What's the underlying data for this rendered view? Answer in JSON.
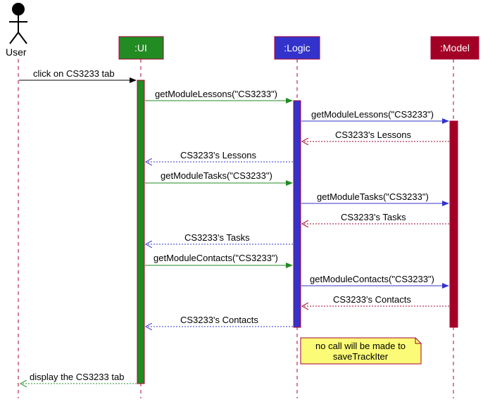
{
  "participants": {
    "user": {
      "label": "User"
    },
    "ui": {
      "label": ":UI",
      "color": "#228B22"
    },
    "logic": {
      "label": ":Logic",
      "color": "#3333CC"
    },
    "model": {
      "label": ":Model",
      "color": "#A20025"
    }
  },
  "lifeline_color": "#A80036",
  "note_fill": "#FBFB77",
  "messages": [
    {
      "label": "click on CS3233 tab",
      "type": "call",
      "color": "#000000"
    },
    {
      "label": "getModuleLessons(\"CS3233\")",
      "type": "call",
      "color": "#228B22"
    },
    {
      "label": "getModuleLessons(\"CS3233\")",
      "type": "call",
      "color": "#3333CC"
    },
    {
      "label": "CS3233's Lessons",
      "type": "return",
      "color": "#A20025"
    },
    {
      "label": "CS3233's Lessons",
      "type": "return",
      "color": "#3333CC"
    },
    {
      "label": "getModuleTasks(\"CS3233\")",
      "type": "call",
      "color": "#228B22"
    },
    {
      "label": "getModuleTasks(\"CS3233\")",
      "type": "call",
      "color": "#3333CC"
    },
    {
      "label": "CS3233's Tasks",
      "type": "return",
      "color": "#A20025"
    },
    {
      "label": "CS3233's Tasks",
      "type": "return",
      "color": "#3333CC"
    },
    {
      "label": "getModuleContacts(\"CS3233\")",
      "type": "call",
      "color": "#228B22"
    },
    {
      "label": "getModuleContacts(\"CS3233\")",
      "type": "call",
      "color": "#3333CC"
    },
    {
      "label": "CS3233's Contacts",
      "type": "return",
      "color": "#A20025"
    },
    {
      "label": "CS3233's Contacts",
      "type": "return",
      "color": "#3333CC"
    },
    {
      "label": "display the CS3233 tab",
      "type": "return",
      "color": "#228B22"
    }
  ],
  "note": {
    "lines": [
      "no call will be made to",
      "saveTrackIter"
    ]
  }
}
